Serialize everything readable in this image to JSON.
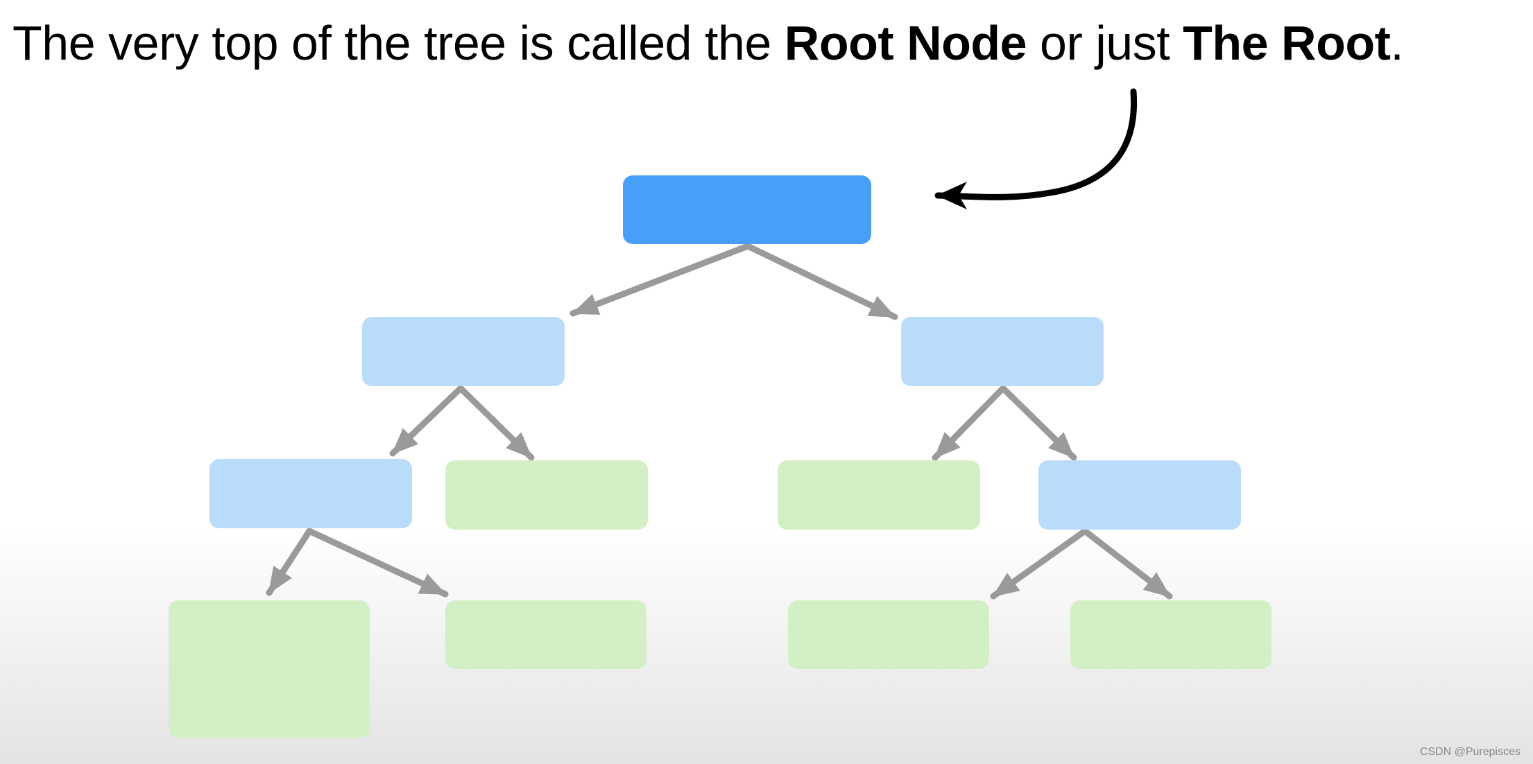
{
  "caption": {
    "before": "The very top of the tree is called the ",
    "term1": "Root Node",
    "middle": " or just ",
    "term2": "The Root",
    "after": "."
  },
  "colors": {
    "root_node": "#479ff8",
    "internal_node": "#badcfb",
    "leaf_node": "#d2f0c4",
    "edge_arrow": "#9a9a9a",
    "callout_arrow": "#000000"
  },
  "tree": {
    "nodes": [
      {
        "id": "root",
        "kind": "root",
        "level": 0
      },
      {
        "id": "left-child",
        "kind": "internal",
        "level": 1
      },
      {
        "id": "right-child",
        "kind": "internal",
        "level": 1
      },
      {
        "id": "left-left",
        "kind": "internal",
        "level": 2
      },
      {
        "id": "left-right",
        "kind": "leaf",
        "level": 2
      },
      {
        "id": "right-left",
        "kind": "leaf",
        "level": 2
      },
      {
        "id": "right-right",
        "kind": "internal",
        "level": 2
      },
      {
        "id": "left-left-left",
        "kind": "leaf",
        "level": 3
      },
      {
        "id": "left-left-right",
        "kind": "leaf",
        "level": 3
      },
      {
        "id": "right-right-left",
        "kind": "leaf",
        "level": 3
      },
      {
        "id": "right-right-right",
        "kind": "leaf",
        "level": 3
      }
    ],
    "edges": [
      {
        "from": "root",
        "to": "left-child"
      },
      {
        "from": "root",
        "to": "right-child"
      },
      {
        "from": "left-child",
        "to": "left-left"
      },
      {
        "from": "left-child",
        "to": "left-right"
      },
      {
        "from": "right-child",
        "to": "right-left"
      },
      {
        "from": "right-child",
        "to": "right-right"
      },
      {
        "from": "left-left",
        "to": "left-left-left"
      },
      {
        "from": "left-left",
        "to": "left-left-right"
      },
      {
        "from": "right-right",
        "to": "right-right-left"
      },
      {
        "from": "right-right",
        "to": "right-right-right"
      }
    ],
    "callout_target": "root"
  },
  "watermark": "CSDN @Purepisces"
}
